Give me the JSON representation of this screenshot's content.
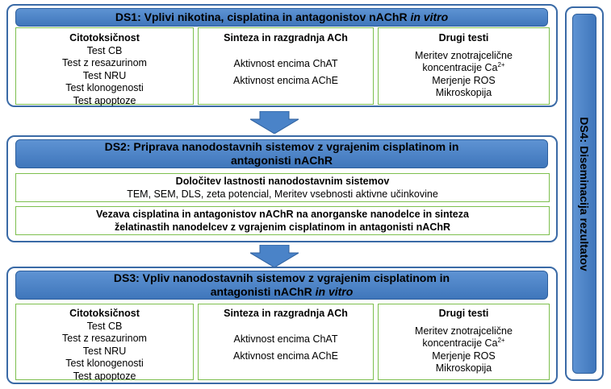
{
  "ds1": {
    "title_main": "DS1: Vplivi nikotina, cisplatina in antagonistov nAChR",
    "title_italic": "in vitro",
    "col1": {
      "title": "Citotoksičnost",
      "items": [
        "Test CB",
        "Test z resazurinom",
        "Test NRU",
        "Test klonogenosti",
        "Test apoptoze"
      ]
    },
    "col2": {
      "title": "Sinteza in razgradnja ACh",
      "items": [
        "Aktivnost encima ChAT",
        "Aktivnost encima AChE"
      ]
    },
    "col3": {
      "title": "Drugi testi",
      "items": [
        "Meritev znotrajcelične",
        "koncentracije Ca",
        "Merjenje ROS",
        "Mikroskopija"
      ],
      "ca_sup": "2+"
    }
  },
  "ds2": {
    "title_line1": "DS2: Priprava nanodostavnih sistemov z vgrajenim cisplatinom in",
    "title_line2": "antagonisti nAChR",
    "box1": {
      "title": "Določitev lastnosti nanodostavnim sistemov",
      "text": "TEM, SEM, DLS, zeta potencial, Meritev vsebnosti aktivne učinkovine"
    },
    "box2": {
      "line1": "Vezava cisplatina in antagonistov nAChR na anorganske nanodelce in sinteza",
      "line2": "želatinastih nanodelcev z vgrajenim cisplatinom in antagonisti nAChR"
    }
  },
  "ds3": {
    "title_line1": "DS3: Vpliv nanodostavnih sistemov z vgrajenim cisplatinom in",
    "title_line2_main": "antagonisti nAChR",
    "title_italic": "in vitro",
    "col1": {
      "title": "Citotoksičnost",
      "items": [
        "Test CB",
        "Test z resazurinom",
        "Test NRU",
        "Test klonogenosti",
        "Test apoptoze"
      ]
    },
    "col2": {
      "title": "Sinteza in razgradnja ACh",
      "items": [
        "Aktivnost encima ChAT",
        "Aktivnost encima AChE"
      ]
    },
    "col3": {
      "title": "Drugi testi",
      "items": [
        "Meritev znotrajcelične",
        "koncentracije Ca",
        "Merjenje ROS",
        "Mikroskopija"
      ],
      "ca_sup": "2+"
    }
  },
  "ds4": {
    "label": "DS4: Diseminacija rezultatov"
  },
  "colors": {
    "header_blue": "#4a7fc4",
    "frame_blue": "#3a6aa6",
    "box_green": "#7dbf4e"
  }
}
